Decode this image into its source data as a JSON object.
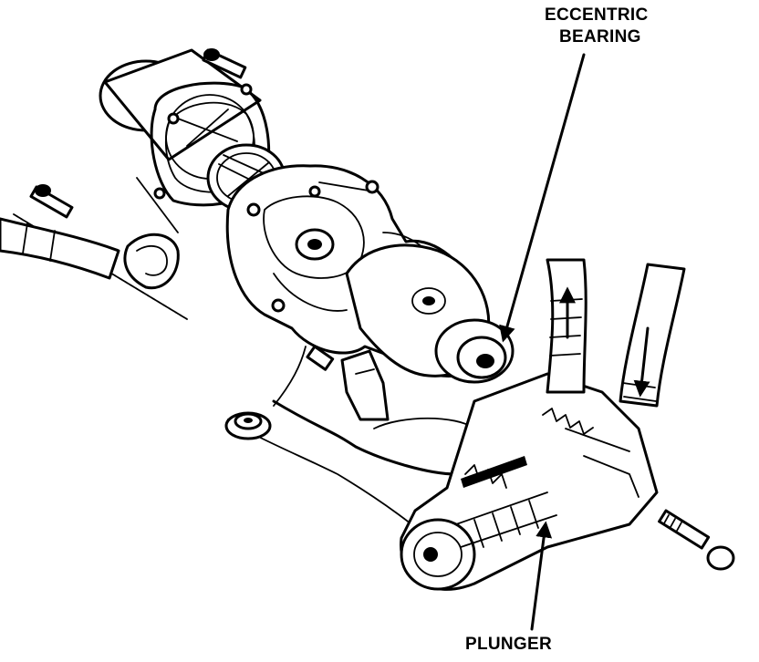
{
  "labels": {
    "eccentric_line1": "ECCENTRIC",
    "eccentric_line2": "BEARING",
    "plunger": "PLUNGER"
  }
}
